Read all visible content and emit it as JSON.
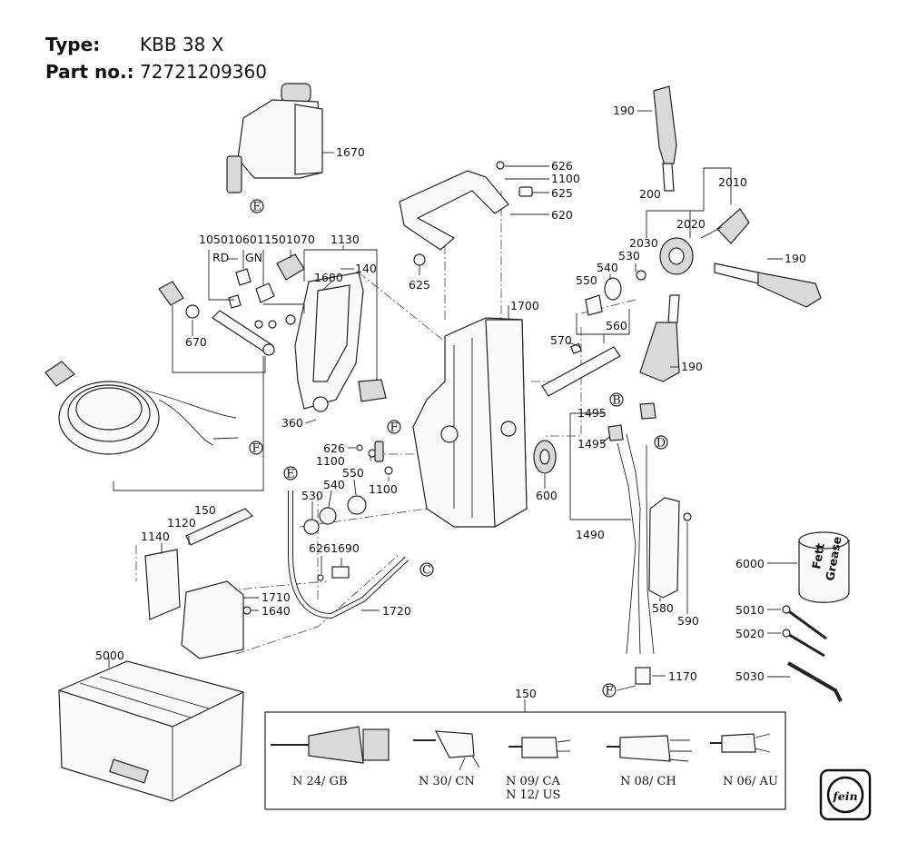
{
  "header": {
    "type_label": "Type:",
    "type_value": "KBB 38 X",
    "partno_label": "Part no.:",
    "partno_value": "72721209360"
  },
  "callouts": {
    "p1670": "1670",
    "p626a": "626",
    "p1100a": "1100",
    "p625a": "625",
    "p620": "620",
    "p625b": "625",
    "p190a": "190",
    "p200": "200",
    "p2010": "2010",
    "p2020": "2020",
    "p2030": "2030",
    "p530a": "530",
    "p540a": "540",
    "p550a": "550",
    "p190b": "190",
    "p560": "560",
    "p570": "570",
    "p190c": "190",
    "p1050": "1050",
    "p1060": "1060",
    "p1150": "1150",
    "p1070": "1070",
    "p1130": "1130",
    "pRD": "RD",
    "pGN": "GN",
    "p140": "140",
    "p1680": "1680",
    "p1700": "1700",
    "p670": "670",
    "p360": "360",
    "p626b": "626",
    "p1100b": "1100",
    "p550b": "550",
    "p540b": "540",
    "p530b": "530",
    "p1100c": "1100",
    "p600": "600",
    "p1495a": "1495",
    "p1495b": "1495",
    "p1490": "1490",
    "p580": "580",
    "p590": "590",
    "p150a": "150",
    "p1120": "1120",
    "p1140": "1140",
    "p626c": "626",
    "p1690": "1690",
    "p1710": "1710",
    "p1640": "1640",
    "p1720": "1720",
    "p6000": "6000",
    "p5010": "5010",
    "p5020": "5020",
    "p5030": "5030",
    "p1170": "1170",
    "p5000": "5000",
    "p150b": "150"
  },
  "markers": {
    "E1": "E",
    "E2": "E",
    "F1": "F",
    "F2": "F",
    "F3": "F",
    "B": "B",
    "D": "D",
    "C": "C"
  },
  "grease_can": {
    "line1": "Fett",
    "line2": "Grease"
  },
  "plugs": [
    {
      "code": "N 24/ GB"
    },
    {
      "code": "N 30/ CN"
    },
    {
      "code": "N 09/ CA",
      "code2": "N 12/ US"
    },
    {
      "code": "N 08/ CH"
    },
    {
      "code": "N 06/ AU"
    }
  ],
  "logo": {
    "text": "fein"
  }
}
